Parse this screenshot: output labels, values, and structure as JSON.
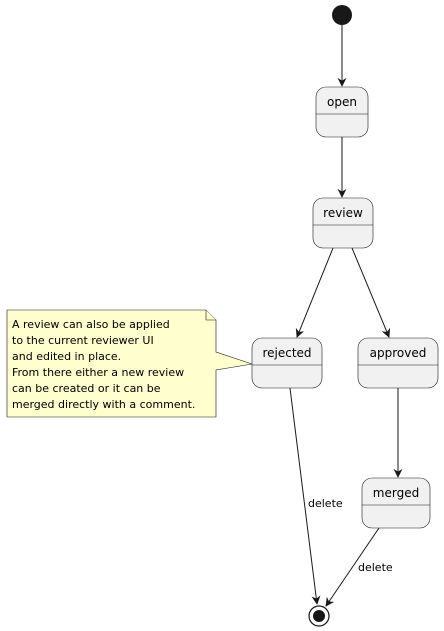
{
  "states": {
    "open": "open",
    "review": "review",
    "rejected": "rejected",
    "approved": "approved",
    "merged": "merged"
  },
  "transitions": {
    "rejected_to_end": "delete",
    "merged_to_end": "delete"
  },
  "note": {
    "lines": [
      "A review can also be applied",
      "to the current reviewer UI",
      "and edited in place.",
      "From there either a new review",
      "can be created or it can be",
      "merged directly with a comment."
    ]
  },
  "colors": {
    "state_fill": "#f1f1f1",
    "note_fill": "#fefece",
    "stroke": "#181818"
  }
}
